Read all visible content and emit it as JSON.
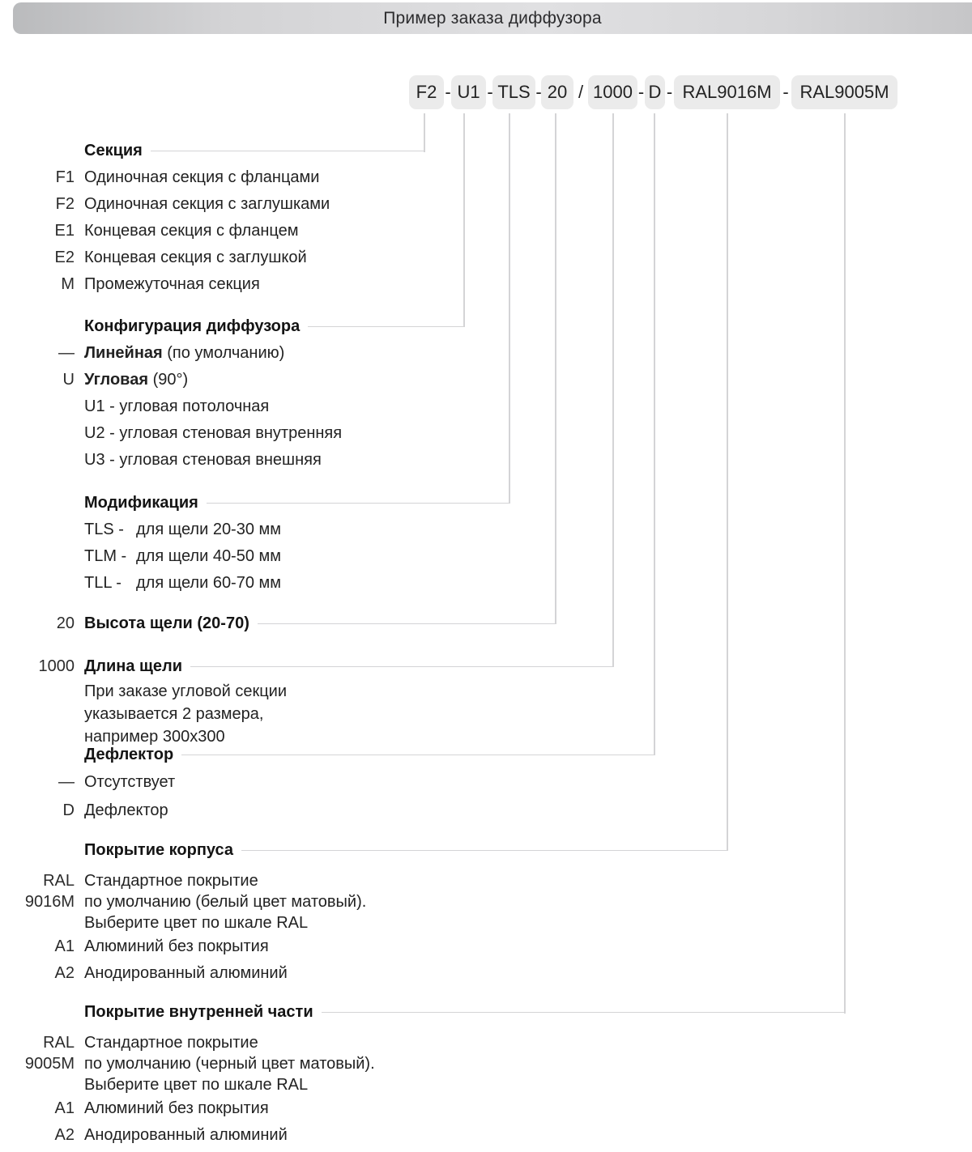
{
  "header": {
    "title": "Пример заказа диффузора"
  },
  "order_code": {
    "tokens": [
      "F2",
      "U1",
      "TLS",
      "20",
      "1000",
      "D",
      "RAL9016M",
      "RAL9005M"
    ],
    "separators": [
      "-",
      "-",
      "-",
      "/",
      "-",
      "-",
      "-"
    ]
  },
  "sections": {
    "section": {
      "heading": "Секция",
      "items": [
        {
          "code": "F1",
          "label": "Одиночная секция с  фланцами"
        },
        {
          "code": "F2",
          "label": "Одиночная секция с заглушками"
        },
        {
          "code": "E1",
          "label": "Концевая секция с фланцем"
        },
        {
          "code": "E2",
          "label": "Концевая секция с заглушкой"
        },
        {
          "code": "M",
          "label": "Промежуточная секция"
        }
      ]
    },
    "configuration": {
      "heading": "Конфигурация диффузора",
      "options": [
        {
          "code": "—",
          "bold": "Линейная",
          "rest": "(по умолчанию)"
        },
        {
          "code": "U",
          "bold": "Угловая",
          "rest": "(90°)"
        }
      ],
      "sub_options": [
        "U1 - угловая потолочная",
        "U2 - угловая стеновая внутренняя",
        "U3 - угловая стеновая внешняя"
      ]
    },
    "modification": {
      "heading": "Модификация",
      "items": [
        {
          "code": "TLS -",
          "label": "для щели 20-30 мм"
        },
        {
          "code": "TLM -",
          "label": "для щели 40-50 мм"
        },
        {
          "code": "TLL -",
          "label": "для щели 60-70 мм"
        }
      ]
    },
    "slot_height": {
      "code": "20",
      "heading": "Высота щели (20-70)"
    },
    "slot_length": {
      "code": "1000",
      "heading": "Длина щели",
      "note_lines": [
        "При заказе угловой секции",
        "указывается 2 размера,",
        "например 300x300"
      ]
    },
    "deflector": {
      "heading": "Дефлектор",
      "items": [
        {
          "code": "—",
          "label": "Отсутствует"
        },
        {
          "code": "D",
          "label": "Дефлектор"
        }
      ]
    },
    "body_coating": {
      "heading": "Покрытие корпуса",
      "default": {
        "code_lines": [
          "RAL",
          "9016M"
        ],
        "desc_lines": [
          "Стандартное покрытие",
          "по умолчанию (белый цвет матовый).",
          "Выберите цвет по шкале RAL"
        ]
      },
      "items": [
        {
          "code": "A1",
          "label": "Алюминий без покрытия"
        },
        {
          "code": "A2",
          "label": "Анодированный алюминий"
        }
      ]
    },
    "inner_coating": {
      "heading": "Покрытие внутренней части",
      "default": {
        "code_lines": [
          "RAL",
          "9005M"
        ],
        "desc_lines": [
          "Стандартное покрытие",
          "по умолчанию (черный цвет матовый).",
          "Выберите цвет по шкале RAL"
        ]
      },
      "items": [
        {
          "code": "A1",
          "label": "Алюминий без покрытия"
        },
        {
          "code": "A2",
          "label": "Анодированный алюминий"
        }
      ]
    }
  },
  "colors": {
    "token_box": "#ebebeb",
    "connector": "#d4d4d6"
  }
}
